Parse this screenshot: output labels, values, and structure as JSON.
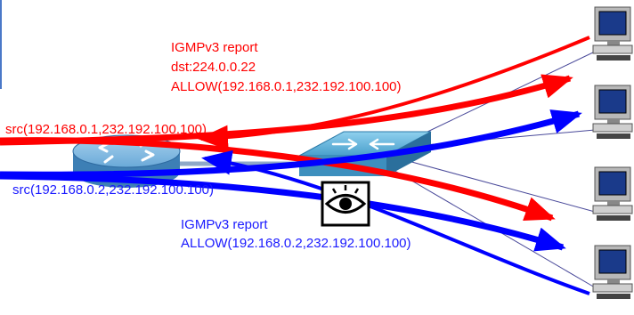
{
  "colors": {
    "red_flow": "#ff0000",
    "blue_flow": "#0000ff",
    "thin_link": "#4040a0",
    "router_body": "#5b9fd0",
    "switch_body": "#4aa6cf",
    "monitor_frame": "#b8b8b8",
    "screen_blue": "#1a3a8a"
  },
  "devices": {
    "router_icon": "router-icon",
    "switch_icon": "switch-icon",
    "monitor_icon": "eye-icon",
    "host_icon": "desktop-computer-icon"
  },
  "labels": {
    "red_report_line1": "IGMPv3 report",
    "red_report_line2": "dst:224.0.0.22",
    "red_report_line3": "ALLOW(192.168.0.1,232.192.100.100)",
    "red_src": "src(192.168.0.1,232.192.100.100)",
    "blue_src": "src(192.168.0.2,232.192.100.100)",
    "blue_report_line1": "IGMPv3 report",
    "blue_report_line2": "ALLOW(192.168.0.2,232.192.100.100)"
  }
}
